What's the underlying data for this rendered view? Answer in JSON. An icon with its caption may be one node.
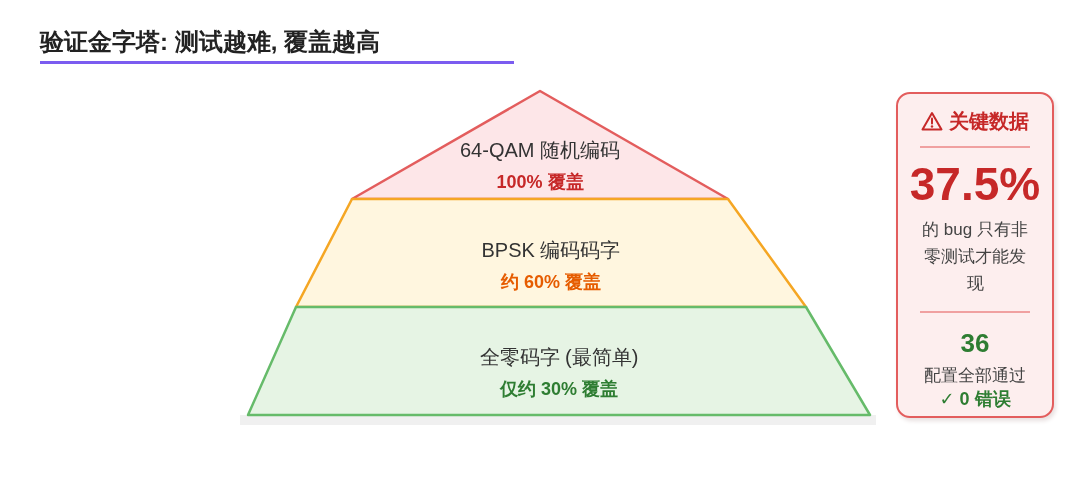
{
  "diagram": {
    "title": "验证金字塔: 测试越难, 覆盖越高",
    "nodes": [
      {
        "text": [
          "64-QAM 随机编码",
          "100% 覆盖"
        ]
      },
      {
        "text": [
          "BPSK 编码码字",
          "约 60% 覆盖"
        ]
      },
      {
        "text": [
          "全零码字 (最简单)",
          "仅约 30% 覆盖"
        ]
      },
      {
        "text": [
          "关键数据",
          "37.5%",
          "的 bug 只有非零测试才能发现",
          "36",
          "配置全部通过",
          "✓ 0 错误"
        ]
      }
    ],
    "edges": []
  }
}
